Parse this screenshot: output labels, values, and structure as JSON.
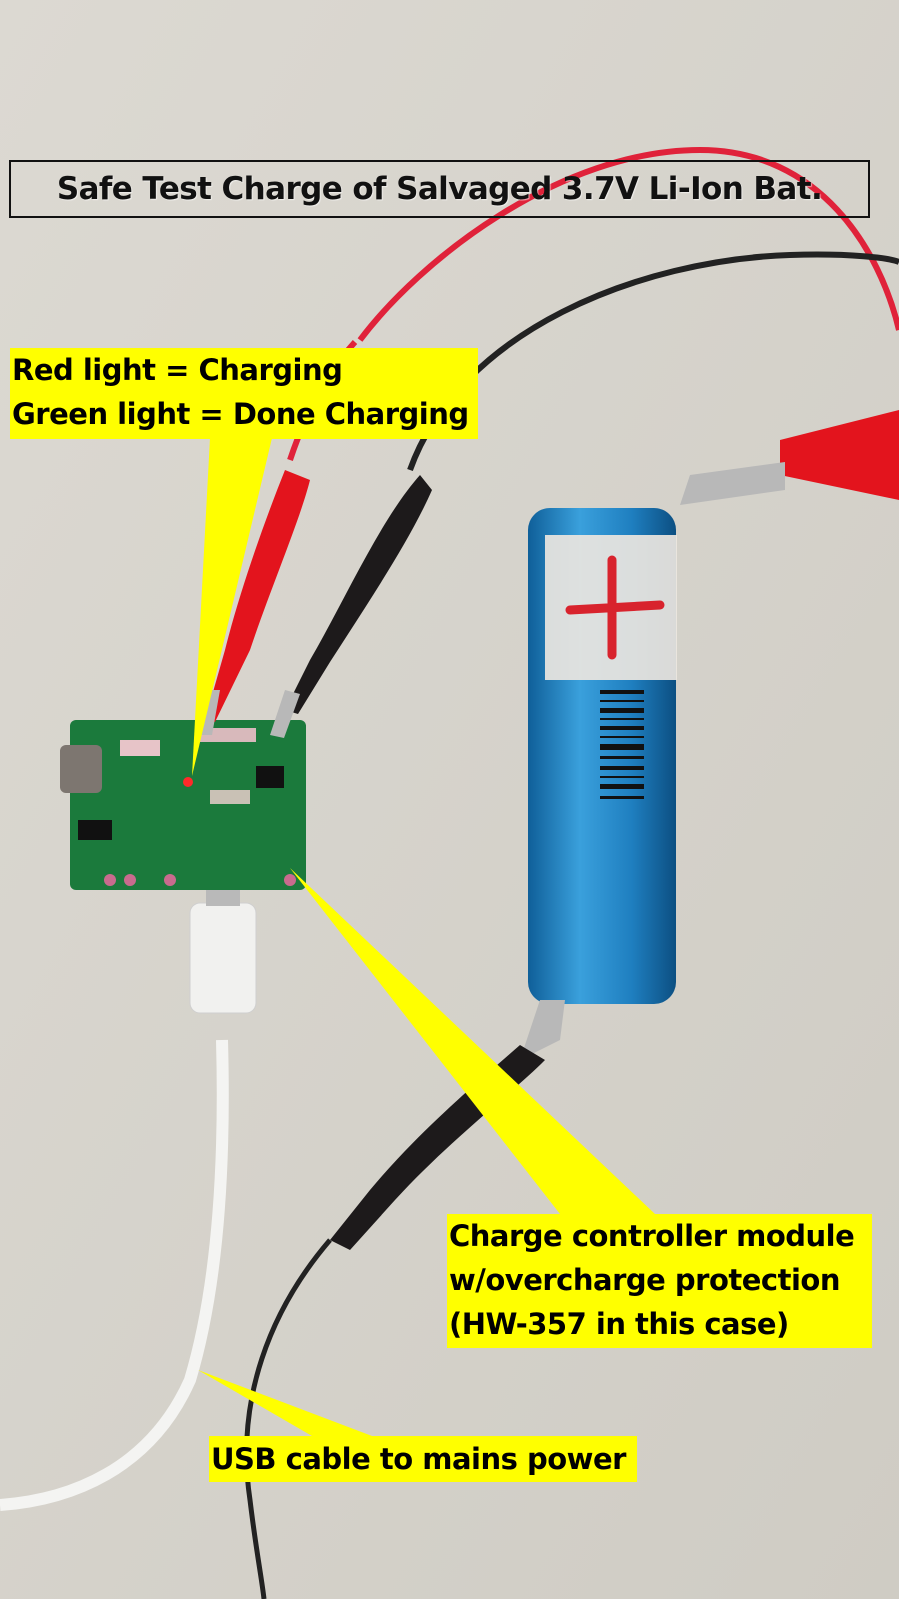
{
  "title": "Safe Test Charge of Salvaged 3.7V Li-Ion Bat.",
  "callouts": {
    "lights": {
      "line1": "Red light = Charging",
      "line2": "Green light = Done Charging"
    },
    "module": {
      "line1": "Charge controller module",
      "line2": "w/overcharge protection",
      "line3": "(HW-357 in this case)"
    },
    "usb": {
      "line1": "USB cable to mains power"
    }
  },
  "colors": {
    "background": "#d9d6cf",
    "callout_fill": "#ffff00",
    "battery_blue": "#1f7fc0",
    "pcb_green": "#1b7a3c",
    "wire_red": "#e0223a",
    "wire_black": "#222222"
  }
}
